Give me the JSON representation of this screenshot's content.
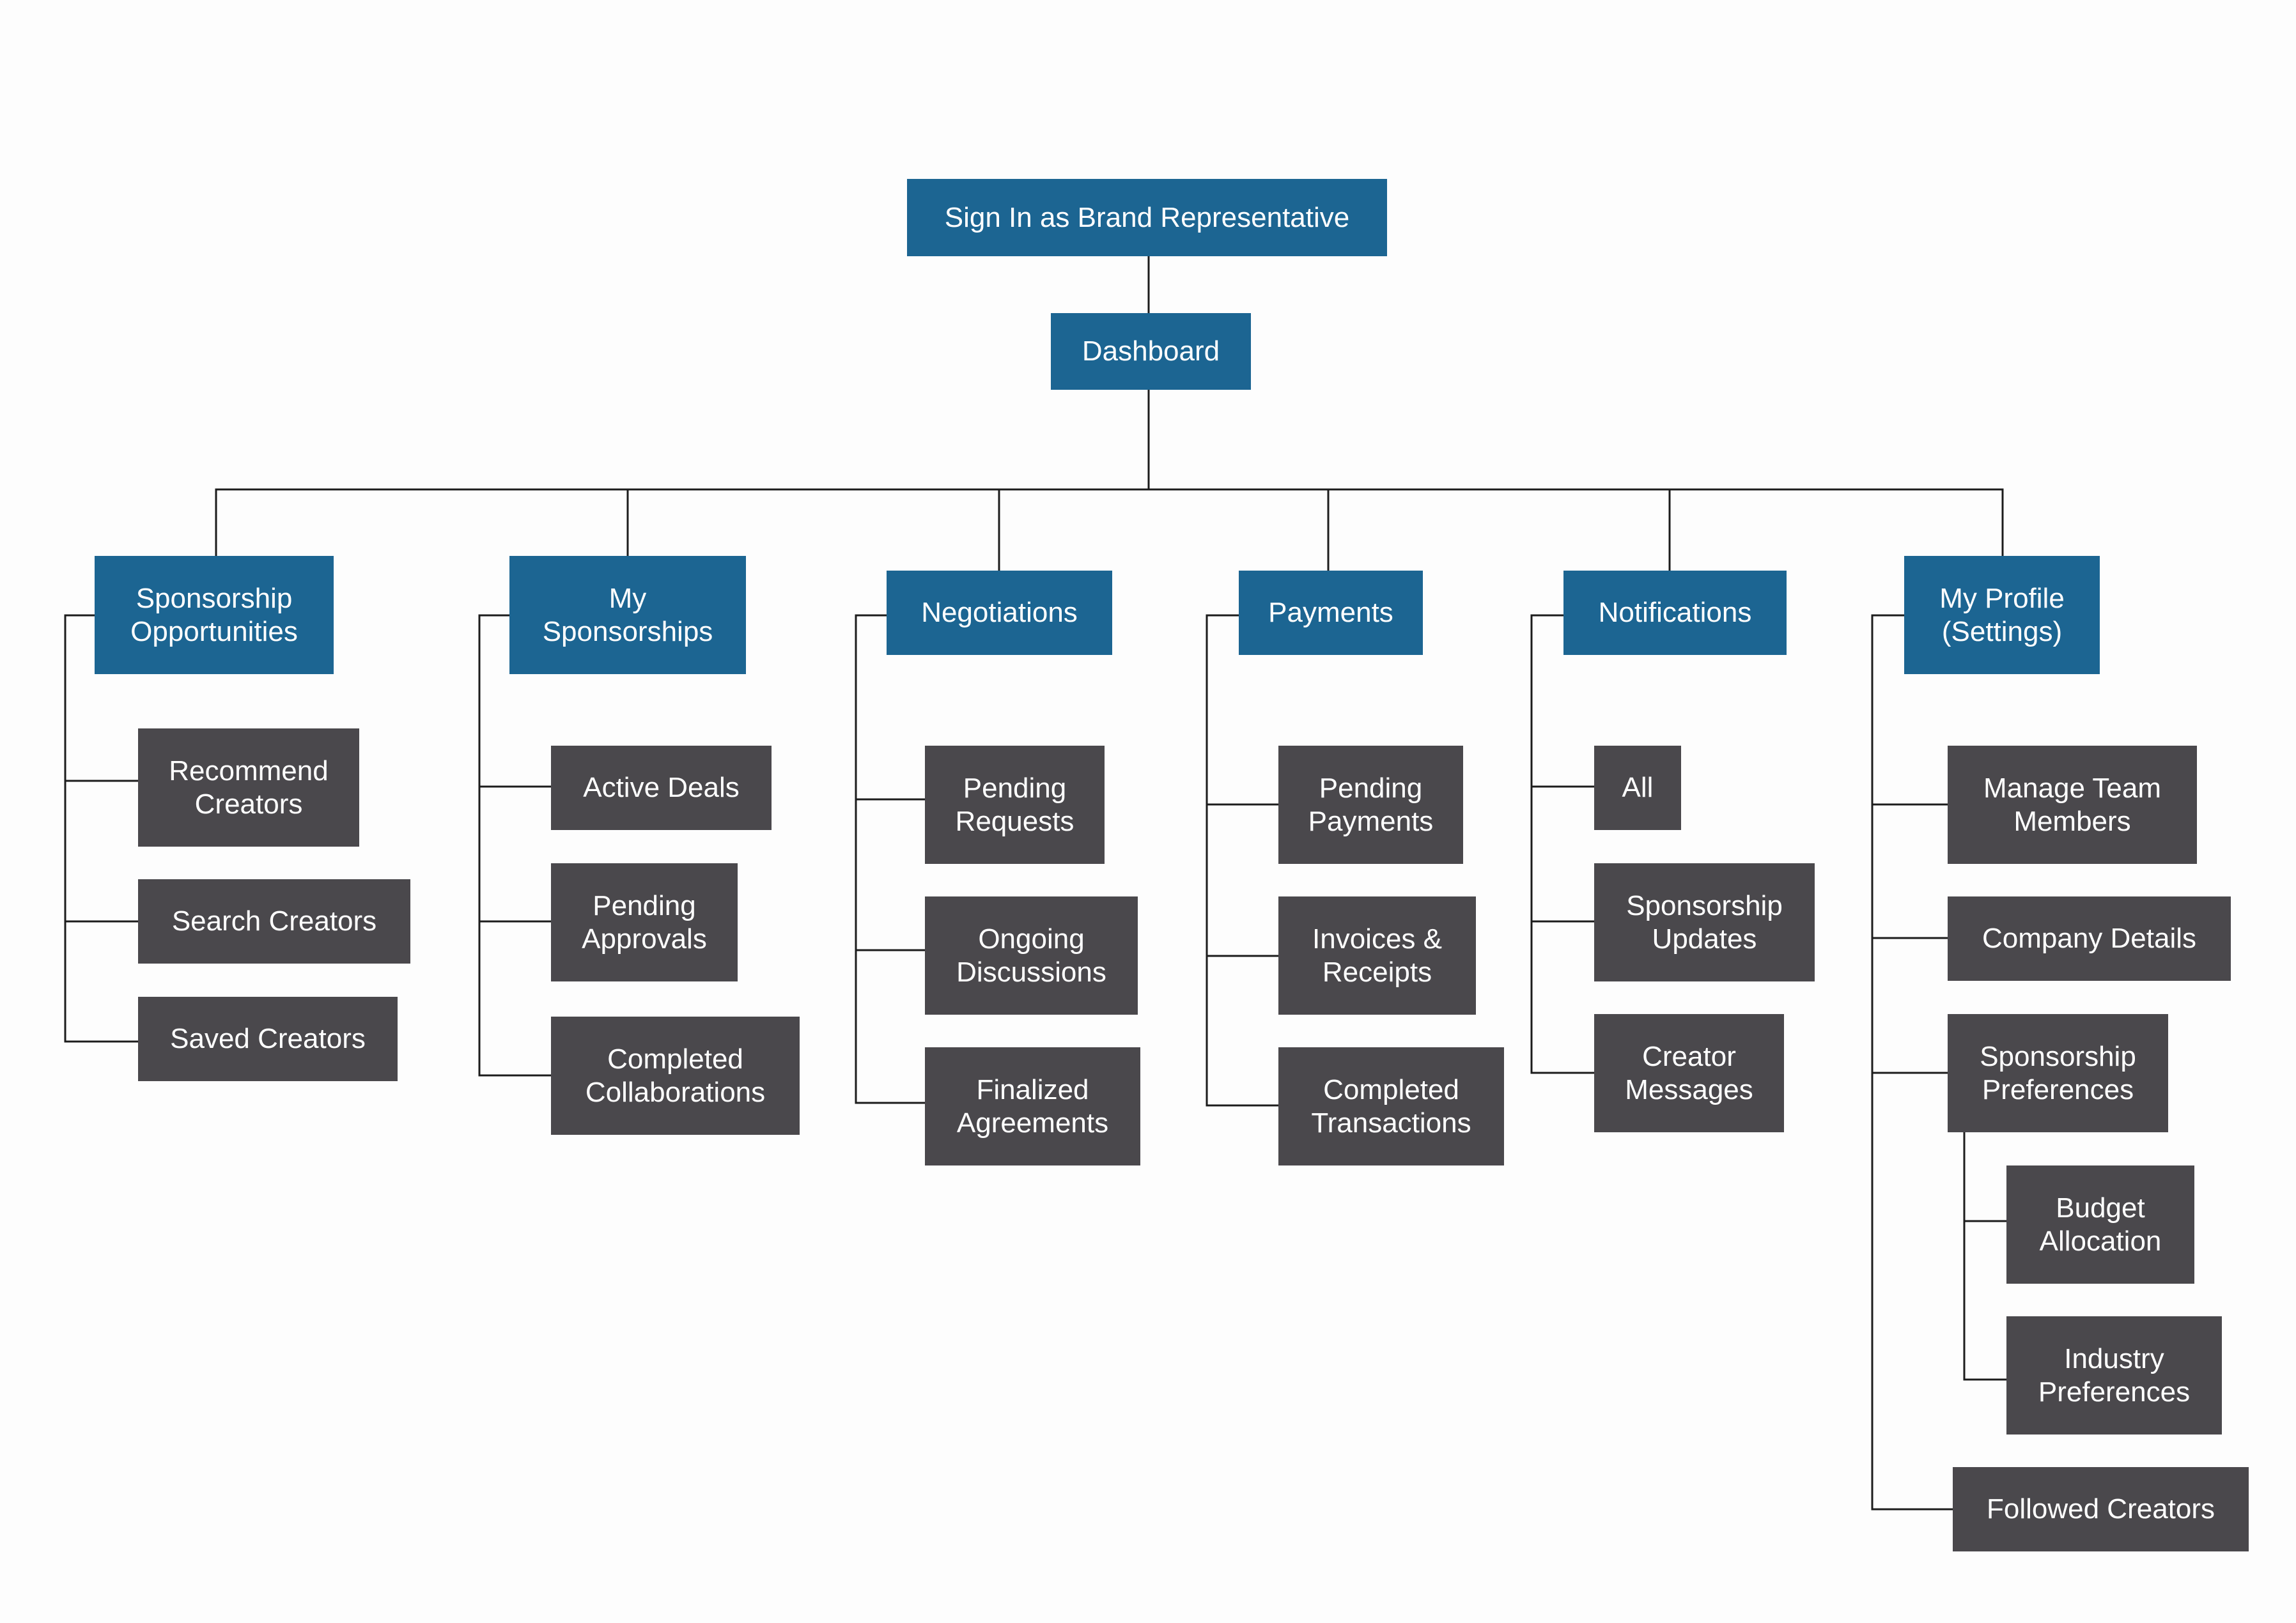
{
  "diagram": {
    "colors": {
      "primary": "#1c6592",
      "secondary": "#4a484c",
      "text": "#ffffff",
      "connector": "#1c1c1c",
      "background": "#fdfdfd"
    },
    "root": {
      "label": "Sign In as Brand Representative"
    },
    "dashboard": {
      "label": "Dashboard"
    },
    "sections": [
      {
        "label": "Sponsorship\nOpportunities",
        "items": [
          {
            "label": "Recommend\nCreators"
          },
          {
            "label": "Search Creators"
          },
          {
            "label": "Saved Creators"
          }
        ]
      },
      {
        "label": "My\nSponsorships",
        "items": [
          {
            "label": "Active Deals"
          },
          {
            "label": "Pending\nApprovals"
          },
          {
            "label": "Completed\nCollaborations"
          }
        ]
      },
      {
        "label": "Negotiations",
        "items": [
          {
            "label": "Pending\nRequests"
          },
          {
            "label": "Ongoing\nDiscussions"
          },
          {
            "label": "Finalized\nAgreements"
          }
        ]
      },
      {
        "label": "Payments",
        "items": [
          {
            "label": "Pending\nPayments"
          },
          {
            "label": "Invoices &\nReceipts"
          },
          {
            "label": "Completed\nTransactions"
          }
        ]
      },
      {
        "label": "Notifications",
        "items": [
          {
            "label": "All"
          },
          {
            "label": "Sponsorship\nUpdates"
          },
          {
            "label": "Creator\nMessages"
          }
        ]
      },
      {
        "label": "My Profile\n(Settings)",
        "items": [
          {
            "label": "Manage Team\nMembers"
          },
          {
            "label": "Company Details"
          },
          {
            "label": "Sponsorship\nPreferences",
            "items": [
              {
                "label": "Budget\nAllocation"
              },
              {
                "label": "Industry\nPreferences"
              }
            ]
          },
          {
            "label": "Followed Creators"
          }
        ]
      }
    ]
  }
}
